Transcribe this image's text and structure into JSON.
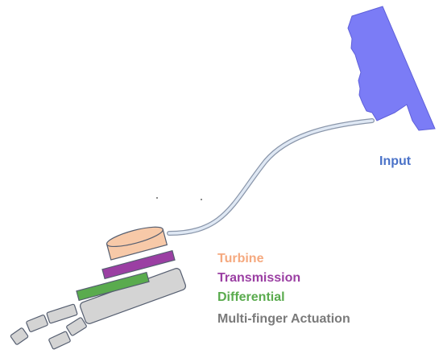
{
  "labels": {
    "input": "Input",
    "turbine": "Turbine",
    "transmission": "Transmission",
    "differential": "Differential",
    "actuation": "Multi-finger Actuation"
  },
  "colors": {
    "face": "#7b7cf6",
    "face_stroke": "#5f60d9",
    "input_text": "#4a72c8",
    "turbine": "#f7c9a8",
    "turbine_text": "#f5a97f",
    "transmission": "#9b3fa3",
    "transmission_text": "#9b3fa3",
    "differential": "#5aab4e",
    "differential_text": "#5aab4e",
    "actuation": "#d4d4d4",
    "actuation_text": "#7a7a7a",
    "outline": "#555e70",
    "tube": "#dfe8f4"
  }
}
